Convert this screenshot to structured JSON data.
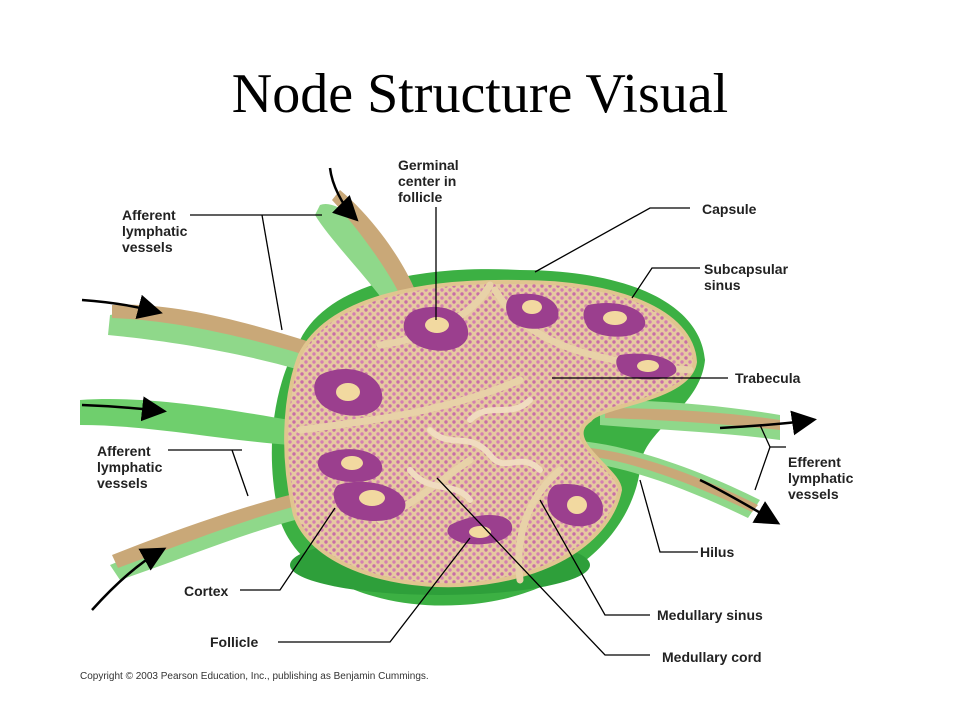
{
  "title": "Node Structure Visual",
  "labels": {
    "afferent_top": "Afferent\nlymphatic\nvessels",
    "germinal_center": "Germinal\ncenter in\nfollicle",
    "capsule": "Capsule",
    "subcapsular_sinus": "Subcapsular\nsinus",
    "trabecula": "Trabecula",
    "afferent_bottom": "Afferent\nlymphatic\nvessels",
    "efferent": "Efferent\nlymphatic\nvessels",
    "hilus": "Hilus",
    "cortex": "Cortex",
    "follicle": "Follicle",
    "medullary_sinus": "Medullary sinus",
    "medullary_cord": "Medullary cord"
  },
  "copyright": "Copyright © 2003 Pearson Education, Inc., publishing as Benjamin Cummings.",
  "colors": {
    "capsule_green": "#3cb043",
    "light_green": "#8fd88a",
    "tissue_tan": "#e3c79a",
    "lymph_pink": "#d98bb5",
    "follicle_purple": "#9b3f8e",
    "germinal_center": "#f2d9a0",
    "vessel_tan": "#c9a878"
  }
}
